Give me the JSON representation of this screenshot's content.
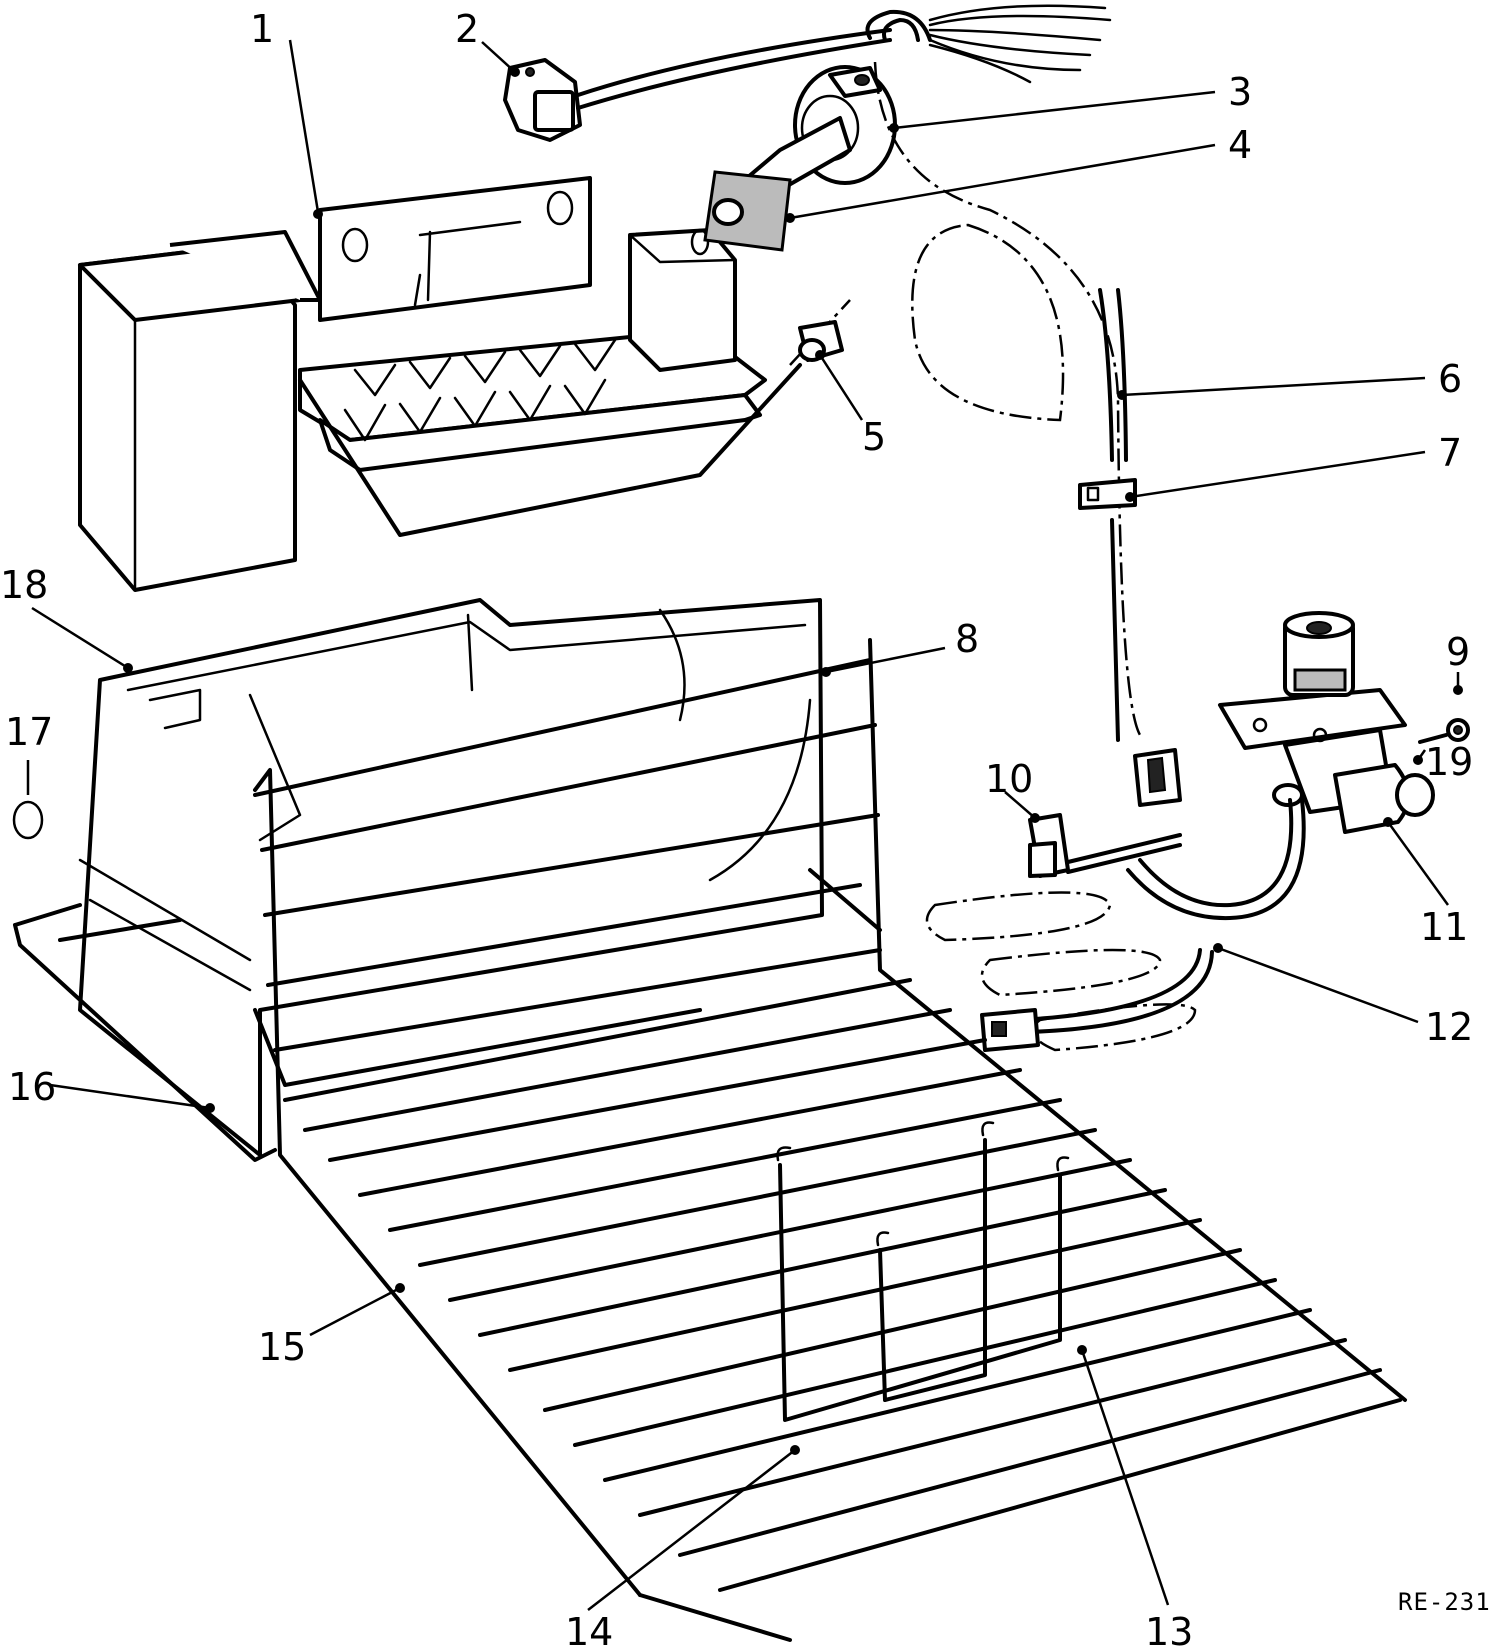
{
  "callouts": [
    {
      "id": "1",
      "label": "1"
    },
    {
      "id": "2",
      "label": "2"
    },
    {
      "id": "3",
      "label": "3"
    },
    {
      "id": "4",
      "label": "4"
    },
    {
      "id": "5",
      "label": "5"
    },
    {
      "id": "6",
      "label": "6"
    },
    {
      "id": "7",
      "label": "7"
    },
    {
      "id": "8",
      "label": "8"
    },
    {
      "id": "9",
      "label": "9"
    },
    {
      "id": "10",
      "label": "10"
    },
    {
      "id": "11",
      "label": "11"
    },
    {
      "id": "12",
      "label": "12"
    },
    {
      "id": "13",
      "label": "13"
    },
    {
      "id": "14",
      "label": "14"
    },
    {
      "id": "15",
      "label": "15"
    },
    {
      "id": "16",
      "label": "16"
    },
    {
      "id": "17",
      "label": "17"
    },
    {
      "id": "18",
      "label": "18"
    },
    {
      "id": "19",
      "label": "19"
    }
  ],
  "drawing_code": "RE-231"
}
